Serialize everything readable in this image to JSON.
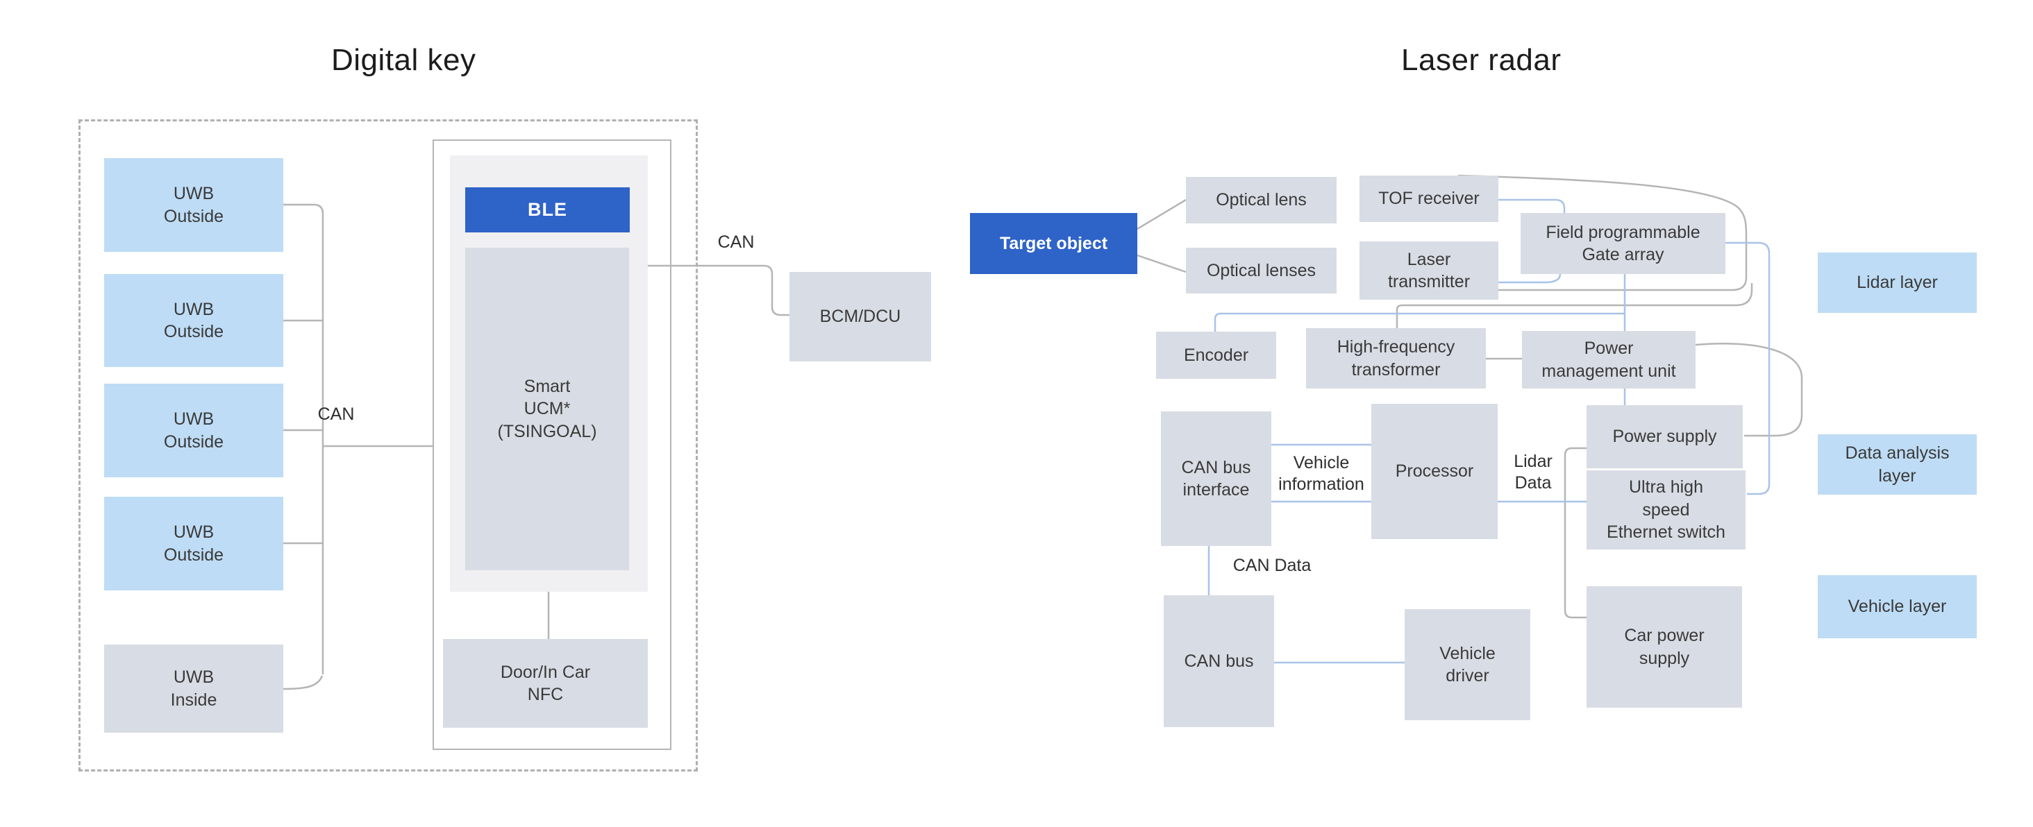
{
  "digital_key": {
    "title": "Digital key",
    "can_bus_label": "CAN",
    "can_out_label": "CAN",
    "uwb_outside": [
      "UWB\nOutside",
      "UWB\nOutside",
      "UWB\nOutside",
      "UWB\nOutside"
    ],
    "uwb_inside": "UWB\nInside",
    "ble": "BLE",
    "smart_ucm": "Smart\nUCM*\n(TSINGOAL)",
    "nfc": "Door/In Car\nNFC",
    "bcm": "BCM/DCU"
  },
  "laser_radar": {
    "title": "Laser radar",
    "target_object": "Target object",
    "optical_lens": "Optical lens",
    "optical_lenses": "Optical lenses",
    "tof_receiver": "TOF receiver",
    "laser_transmitter": "Laser\ntransmitter",
    "fpga": "Field programmable\nGate array",
    "encoder": "Encoder",
    "high_frequency_transformer": "High-frequency\ntransformer",
    "power_management_unit": "Power\nmanagement unit",
    "can_bus_interface": "CAN bus\ninterface",
    "processor": "Processor",
    "power_supply": "Power supply",
    "ultra_ethernet_switch": "Ultra high\nspeed\nEthernet switch",
    "can_bus": "CAN bus",
    "vehicle_driver": "Vehicle\ndriver",
    "car_power_supply": "Car power\nsupply",
    "vehicle_information_label": "Vehicle\ninformation",
    "lidar_data_label": "Lidar\nData",
    "can_data_label": "CAN Data",
    "layers": [
      "Lidar layer",
      "Data analysis\nlayer",
      "Vehicle layer"
    ]
  },
  "colors": {
    "accent_blue": "#2e63c8",
    "light_blue_box": "#bedcf5",
    "gray_box": "#d8dce4",
    "panel_gray": "#f0f0f2",
    "wire_gray": "#b5b5b5",
    "wire_blue": "#a9c3e8",
    "dashed_border": "#b0b0b0",
    "text": "#333333"
  }
}
